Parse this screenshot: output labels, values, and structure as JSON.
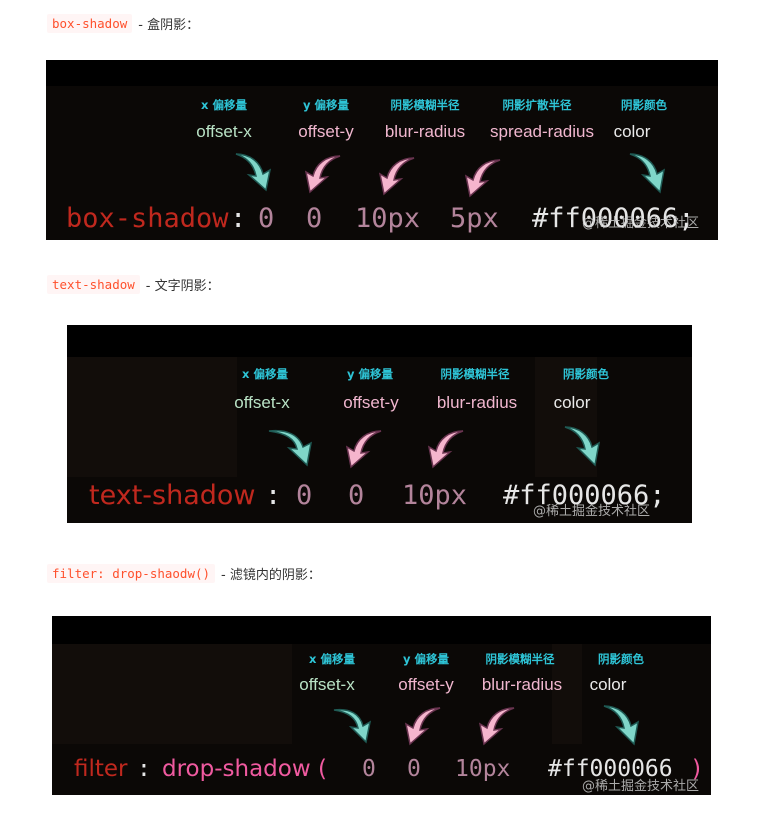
{
  "colors": {
    "inline_code": "#ff502c",
    "panel_bg": "#0b0806",
    "cyan_caption": "#2ec4d6",
    "arrow_teal": "#7fd6c9",
    "arrow_pink": "#f5b5cd",
    "property_red": "#c0281e",
    "value_mauve": "#b3849b",
    "hex_white": "#e6e6e6",
    "func_pink": "#f05aa0"
  },
  "sections": [
    {
      "code_label": "box-shadow",
      "description": "- 盒阴影：",
      "captions": [
        {
          "cn": "x 偏移量",
          "en": "offset-x"
        },
        {
          "cn": "y 偏移量",
          "en": "offset-y"
        },
        {
          "cn": "阴影模糊半径",
          "en": "blur-radius"
        },
        {
          "cn": "阴影扩散半径",
          "en": "spread-radius"
        },
        {
          "cn": "阴影颜色",
          "en": "color"
        }
      ],
      "code": {
        "property": "box-shadow",
        "colon": ":",
        "v1": "0",
        "v2": "0",
        "v3": "10px",
        "v4": "5px",
        "hex": "#ff000066;"
      },
      "watermark": "@稀土掘金技术社区"
    },
    {
      "code_label": "text-shadow",
      "description": "- 文字阴影：",
      "captions": [
        {
          "cn": "x 偏移量",
          "en": "offset-x"
        },
        {
          "cn": "y 偏移量",
          "en": "offset-y"
        },
        {
          "cn": "阴影模糊半径",
          "en": "blur-radius"
        },
        {
          "cn": "阴影颜色",
          "en": "color"
        }
      ],
      "code": {
        "property": "text-shadow",
        "colon": ":",
        "v1": "0",
        "v2": "0",
        "v3": "10px",
        "hex": "#ff000066;"
      },
      "watermark": "@稀土掘金技术社区"
    },
    {
      "code_label": "filter: drop-shaodw()",
      "description": "- 滤镜内的阴影：",
      "captions": [
        {
          "cn": "x 偏移量",
          "en": "offset-x"
        },
        {
          "cn": "y 偏移量",
          "en": "offset-y"
        },
        {
          "cn": "阴影模糊半径",
          "en": "blur-radius"
        },
        {
          "cn": "阴影颜色",
          "en": "color"
        }
      ],
      "code": {
        "property": "filter",
        "colon": ":",
        "func": "drop-shadow (",
        "v1": "0",
        "v2": "0",
        "v3": "10px",
        "hex": "#ff000066",
        "close": ")"
      },
      "watermark": "@稀土掘金技术社区"
    }
  ]
}
